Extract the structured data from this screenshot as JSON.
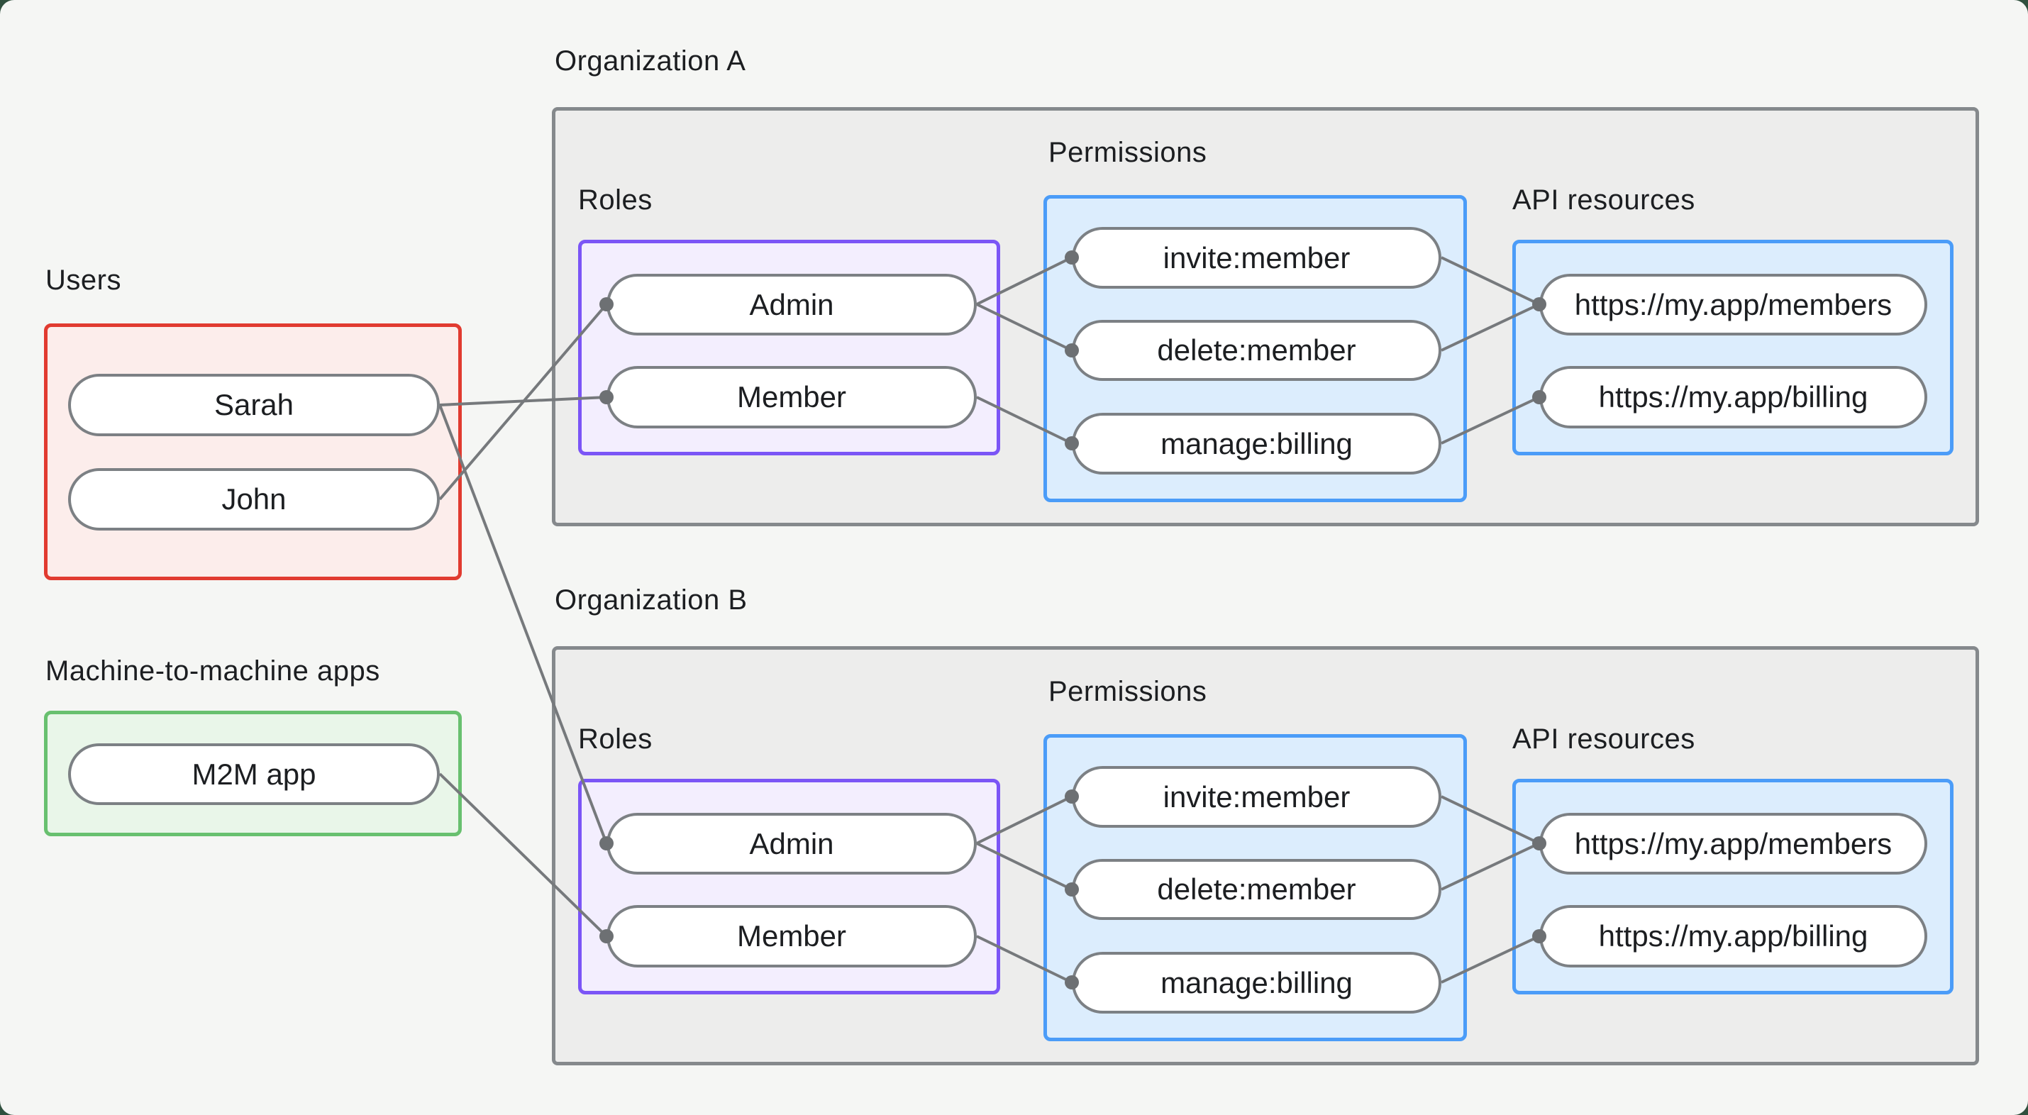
{
  "palette": {
    "frame-background": "#30503e",
    "page-background": "#f5f6f4",
    "org-fill": "#ededec",
    "org-border": "#85898c",
    "users-fill": "#fcedeb",
    "users-border": "#e13b30",
    "m2m-fill": "#e9f6e9",
    "m2m-border": "#68c06f",
    "roles-fill": "#f3eefe",
    "roles-border": "#7b55f6",
    "perms-fill": "#dcedfd",
    "perms-border": "#4b9cf8",
    "pill-border": "#7c8084",
    "line": "#76797c",
    "dot": "#6d7073",
    "text": "#1c1e21"
  },
  "left": {
    "users_label": "Users",
    "users": [
      "Sarah",
      "John"
    ],
    "m2m_label": "Machine-to-machine apps",
    "m2m_apps": [
      "M2M app"
    ]
  },
  "orgs": [
    {
      "label": "Organization A",
      "roles_label": "Roles",
      "roles": [
        "Admin",
        "Member"
      ],
      "permissions_label": "Permissions",
      "permissions": [
        "invite:member",
        "delete:member",
        "manage:billing"
      ],
      "api_label": "API resources",
      "api_resources": [
        "https://my.app/members",
        "https://my.app/billing"
      ]
    },
    {
      "label": "Organization B",
      "roles_label": "Roles",
      "roles": [
        "Admin",
        "Member"
      ],
      "permissions_label": "Permissions",
      "permissions": [
        "invite:member",
        "delete:member",
        "manage:billing"
      ],
      "api_label": "API resources",
      "api_resources": [
        "https://my.app/members",
        "https://my.app/billing"
      ]
    }
  ],
  "edges": [
    [
      "sarah",
      "a-member"
    ],
    [
      "john",
      "a-admin"
    ],
    [
      "sarah",
      "b-admin"
    ],
    [
      "m2m",
      "b-member"
    ],
    [
      "a-admin",
      "a-invite"
    ],
    [
      "a-admin",
      "a-delete"
    ],
    [
      "a-member",
      "a-manage"
    ],
    [
      "a-invite",
      "a-members"
    ],
    [
      "a-delete",
      "a-members"
    ],
    [
      "a-manage",
      "a-billing"
    ],
    [
      "b-admin",
      "b-invite"
    ],
    [
      "b-admin",
      "b-delete"
    ],
    [
      "b-member",
      "b-manage"
    ],
    [
      "b-invite",
      "b-members"
    ],
    [
      "b-delete",
      "b-members"
    ],
    [
      "b-manage",
      "b-billing"
    ]
  ]
}
